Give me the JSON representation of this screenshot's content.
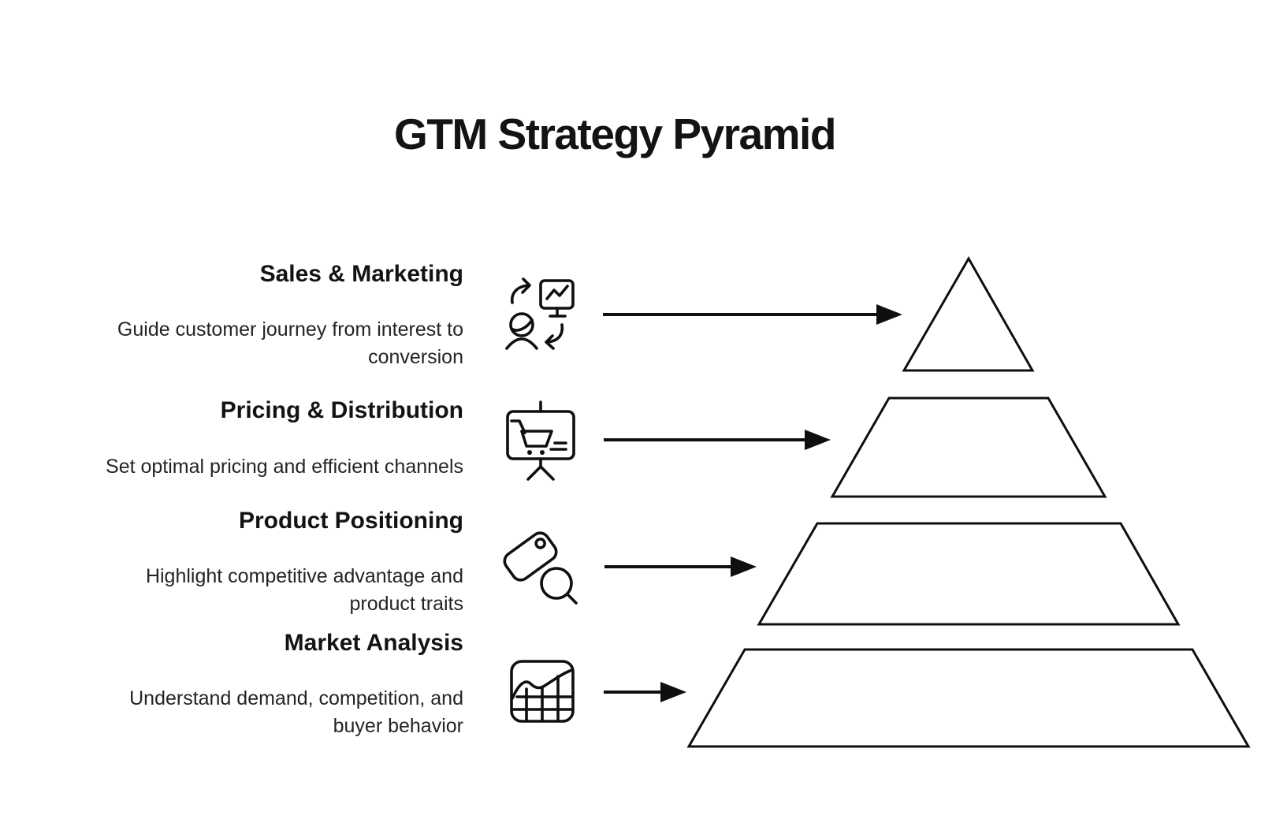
{
  "title": "GTM Strategy Pyramid",
  "accent_color": "#0f0f0f",
  "background_color": "#ffffff",
  "pyramid": {
    "level_count": 4,
    "levels_top_to_bottom": [
      "Sales & Marketing",
      "Pricing & Distribution",
      "Product Positioning",
      "Market Analysis"
    ]
  },
  "rows": [
    {
      "label": "Sales & Marketing",
      "icon": "customer-journey-icon",
      "desc_lines": [
        "Guide customer journey from interest to",
        "conversion"
      ]
    },
    {
      "label": "Pricing & Distribution",
      "icon": "pricing-board-icon",
      "desc_lines": [
        "Set optimal pricing and efficient channels"
      ]
    },
    {
      "label": "Product Positioning",
      "icon": "tag-search-icon",
      "desc_lines": [
        "Highlight competitive advantage and",
        "product traits"
      ]
    },
    {
      "label": "Market Analysis",
      "icon": "market-chart-icon",
      "desc_lines": [
        "Understand demand, competition, and",
        "buyer behavior"
      ]
    }
  ]
}
